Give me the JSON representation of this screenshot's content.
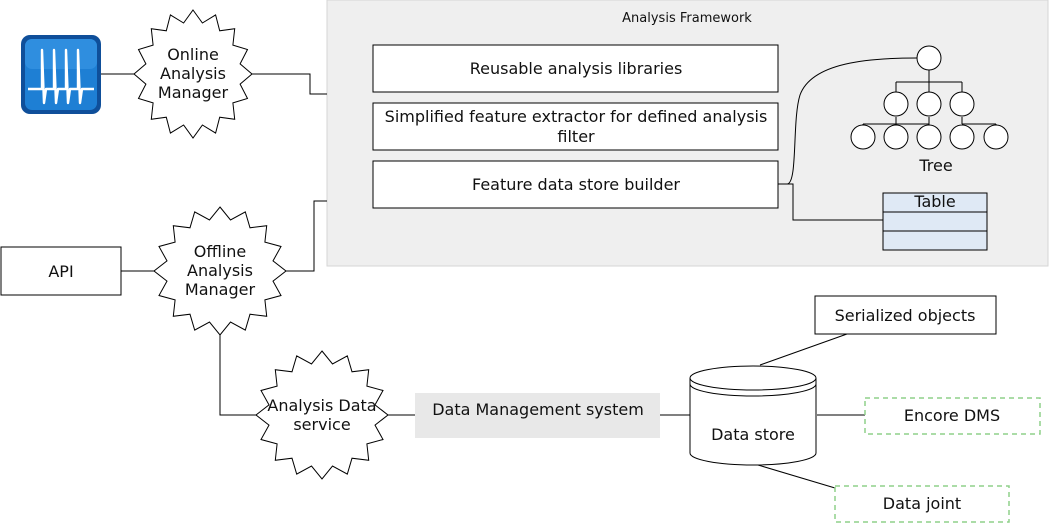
{
  "framework": {
    "title": "Analysis Framework",
    "boxes": [
      {
        "lines": [
          "Reusable analysis libraries"
        ]
      },
      {
        "lines": [
          "Simplified feature extractor for defined analysis",
          "filter"
        ]
      },
      {
        "lines": [
          "Feature data store builder"
        ]
      }
    ],
    "tree_label": "Tree",
    "table_label": "Table"
  },
  "app_icon": "waveform-app-icon",
  "managers": {
    "online": [
      "Online",
      "Analysis",
      "Manager"
    ],
    "offline": [
      "Offline",
      "Analysis",
      "Manager"
    ],
    "data_service": [
      "Analysis Data",
      "service"
    ]
  },
  "api_label": "API",
  "dms_label": "Data Management system",
  "data_store_label": "Data store",
  "outputs": {
    "serialized": "Serialized objects",
    "encore": "Encore DMS",
    "joint": "Data joint"
  },
  "colors": {
    "framework_bg": "#efefef",
    "dms_bg": "#e8e8e8",
    "icon_blue": "#1e7fd4",
    "dashed_green": "#8fd08a"
  }
}
